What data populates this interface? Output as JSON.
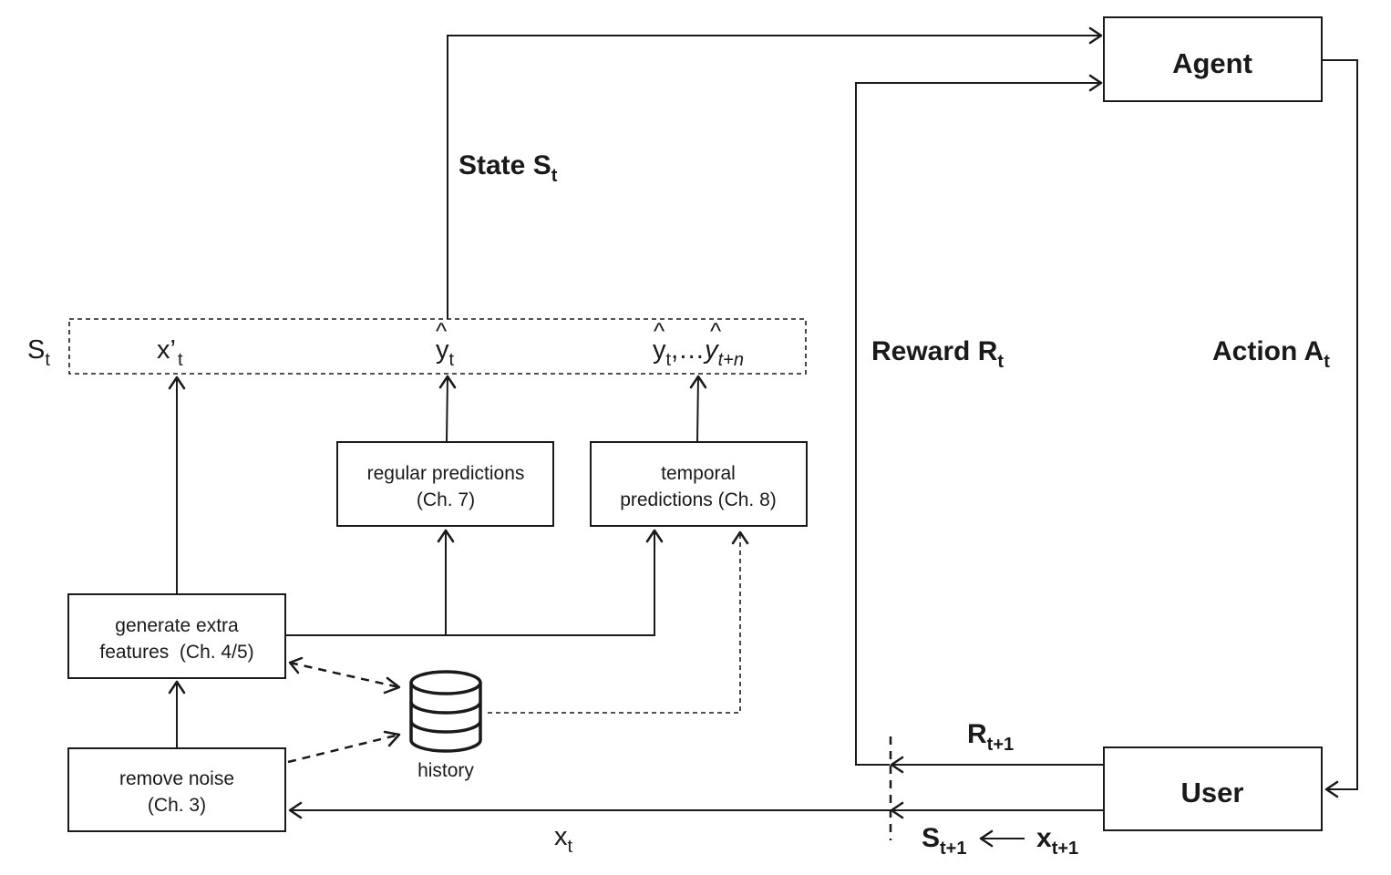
{
  "boxes": {
    "agent": "Agent",
    "user": "User",
    "regular_predictions": [
      "regular predictions",
      "(Ch. 7)"
    ],
    "temporal_predictions": [
      "temporal",
      "predictions (Ch. 8)"
    ],
    "generate_features": [
      "generate extra",
      "features  (Ch. 4/5)"
    ],
    "remove_noise": [
      "remove noise",
      "(Ch. 3)"
    ]
  },
  "history_label": "history",
  "state_vector": {
    "label": {
      "main": "S",
      "sub": "t"
    },
    "x_prime": {
      "main": "x’",
      "sub": "t"
    },
    "y_hat": {
      "main": "y",
      "sub": "t",
      "hat": "^"
    },
    "y_hat_range": {
      "a": "y",
      "a_sub": "t",
      "sep": ",…",
      "b": "y",
      "b_sub": "t+n",
      "hat": "^"
    }
  },
  "labels": {
    "state": {
      "main": "State S",
      "sub": "t"
    },
    "reward": {
      "main": "Reward R",
      "sub": "t"
    },
    "action": {
      "main": "Action A",
      "sub": "t"
    },
    "reward_next": {
      "main": "R",
      "sub": "t+1"
    },
    "state_next": {
      "main": "S",
      "sub": "t+1"
    },
    "x_next": {
      "main": "x",
      "sub": "t+1"
    },
    "x_t": {
      "main": "x",
      "sub": "t"
    }
  }
}
